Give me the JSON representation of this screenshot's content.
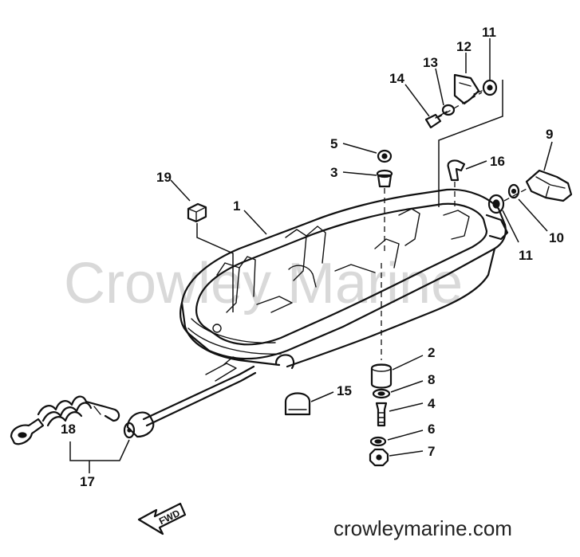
{
  "diagram": {
    "watermark": "Crowley Marine",
    "site_url": "crowleymarine.com",
    "direction_label": "FWD",
    "callouts": {
      "c1": "1",
      "c2": "2",
      "c3": "3",
      "c4": "4",
      "c5": "5",
      "c6": "6",
      "c7": "7",
      "c8": "8",
      "c9": "9",
      "c10": "10",
      "c11a": "11",
      "c11b": "11",
      "c12": "12",
      "c13": "13",
      "c14": "14",
      "c15": "15",
      "c16": "16",
      "c17": "17",
      "c18": "18",
      "c19": "19"
    }
  }
}
